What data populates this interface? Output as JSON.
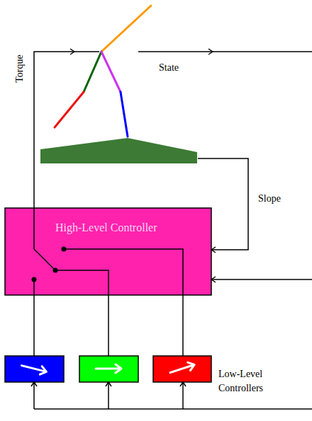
{
  "diagram": {
    "nodes": [
      {
        "text": [
          "High-Level Controller"
        ]
      }
    ],
    "labels": [
      "State",
      "Torque",
      "Slope",
      "Low-Level Controllers"
    ]
  }
}
